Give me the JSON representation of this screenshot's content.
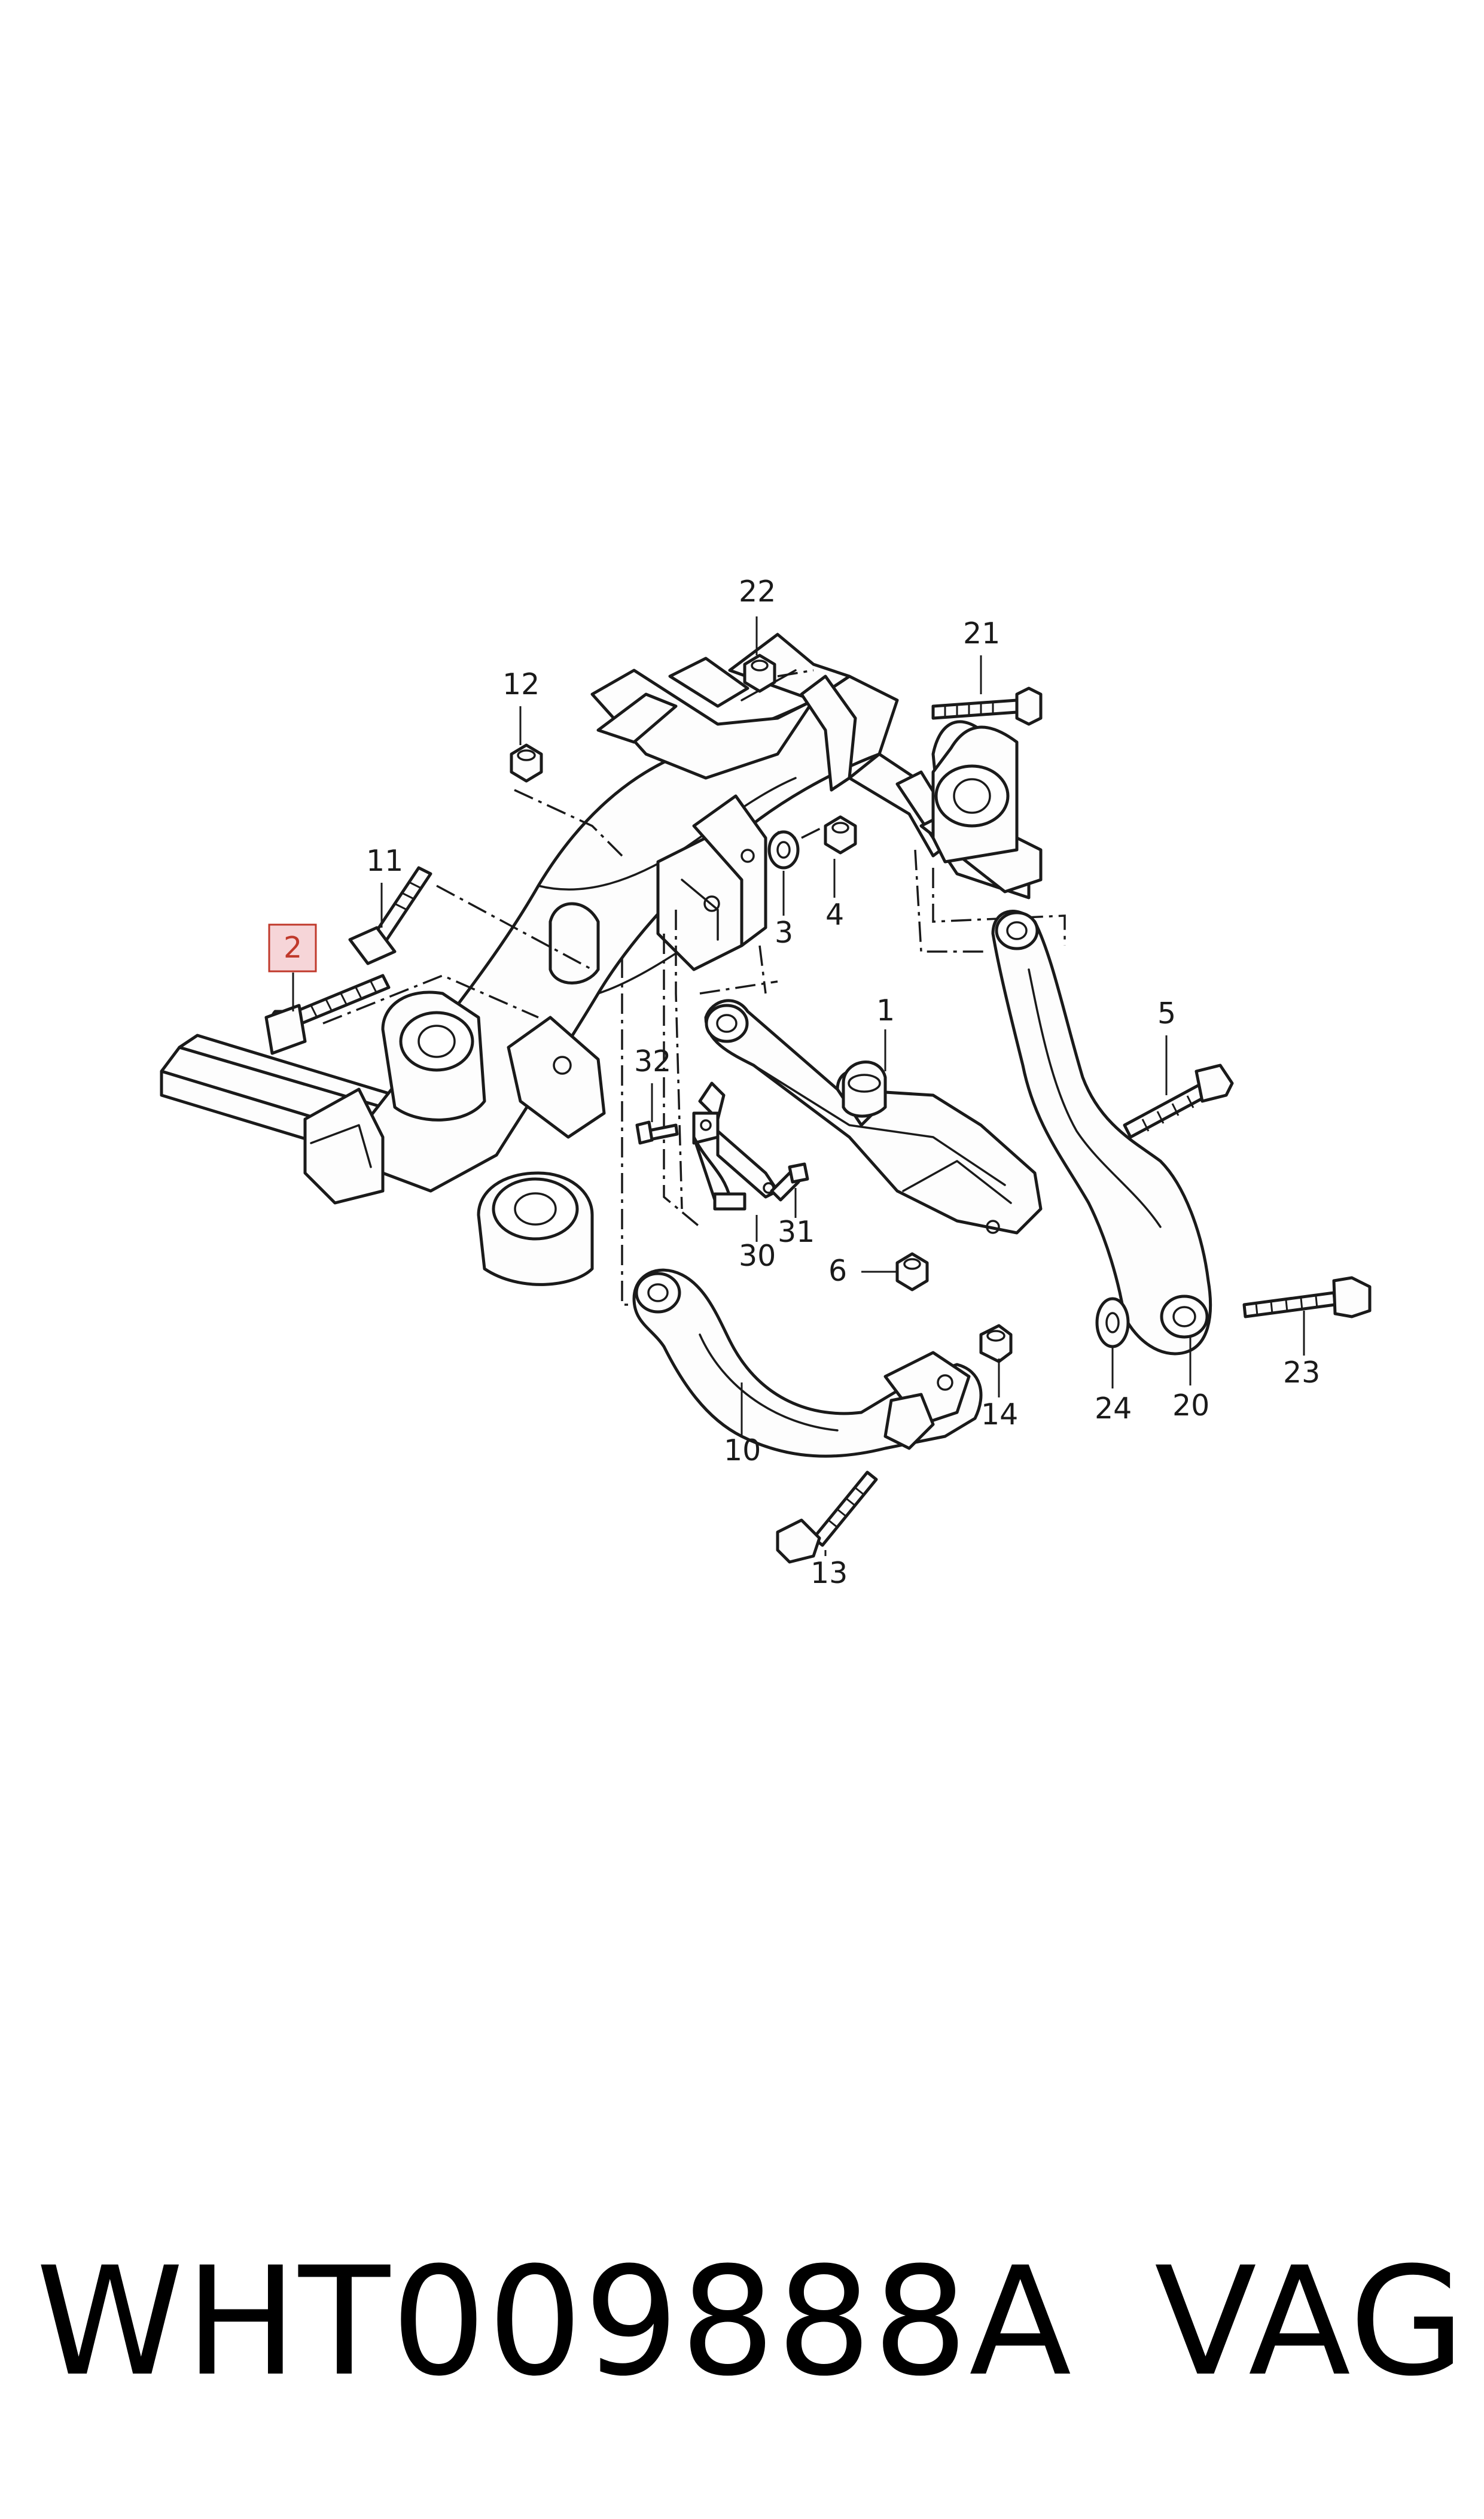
{
  "callouts": {
    "c1": "1",
    "c2": "2",
    "c3": "3",
    "c4": "4",
    "c5": "5",
    "c6": "6",
    "c10": "10",
    "c11": "11",
    "c12": "12",
    "c13": "13",
    "c14": "14",
    "c20": "20",
    "c21": "21",
    "c22": "22",
    "c23": "23",
    "c24": "24",
    "c30": "30",
    "c31": "31",
    "c32": "32"
  },
  "highlight": {
    "label": "2",
    "color": "#f6d5d8",
    "border": "#c0392b"
  },
  "footer": {
    "part_number": "WHT009888A",
    "brand": "VAG"
  }
}
